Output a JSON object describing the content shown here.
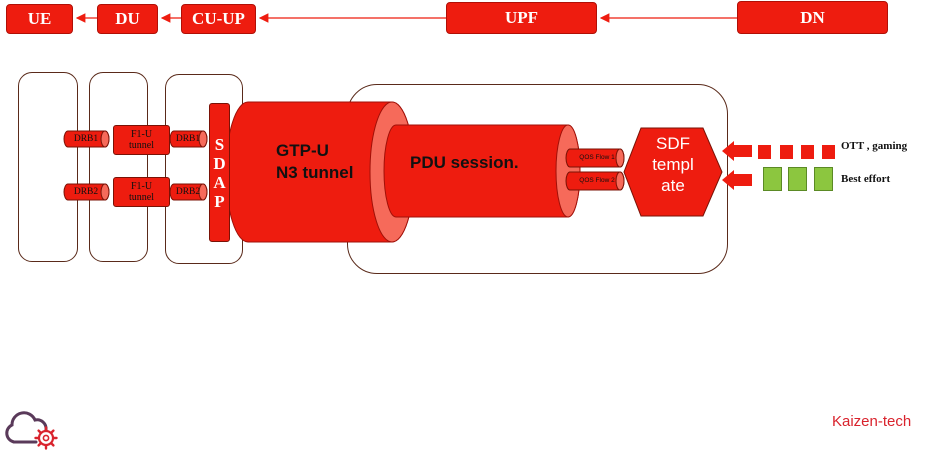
{
  "top_row": {
    "ue": "UE",
    "du": "DU",
    "cu_up": "CU-UP",
    "upf": "UPF",
    "dn": "DN"
  },
  "drb": {
    "ue_drb1": "DRB1",
    "ue_drb2": "DRB2",
    "cu_drb1": "DRB1",
    "cu_drb2": "DRB2"
  },
  "f1u": {
    "tunnel1": "F1-U tunnel",
    "tunnel2": "F1-U tunnel"
  },
  "sdap": [
    "S",
    "D",
    "A",
    "P"
  ],
  "gtp": {
    "line1": "GTP-U",
    "line2": "N3 tunnel"
  },
  "pdu_session": "PDU session.",
  "qos": {
    "flow1": "QOS Flow 1",
    "flow2": "QOS Flow 2"
  },
  "sdf": {
    "line1": "SDF",
    "line2": "templ",
    "line3": "ate"
  },
  "traffic": {
    "ott": "OTT , gaming",
    "best_effort": "Best effort"
  },
  "brand": "Kaizen-tech",
  "colors": {
    "red": "#ee1c0f",
    "green": "#8cc63f",
    "brand": "#d9232d",
    "logo": "#5a3a5a"
  }
}
